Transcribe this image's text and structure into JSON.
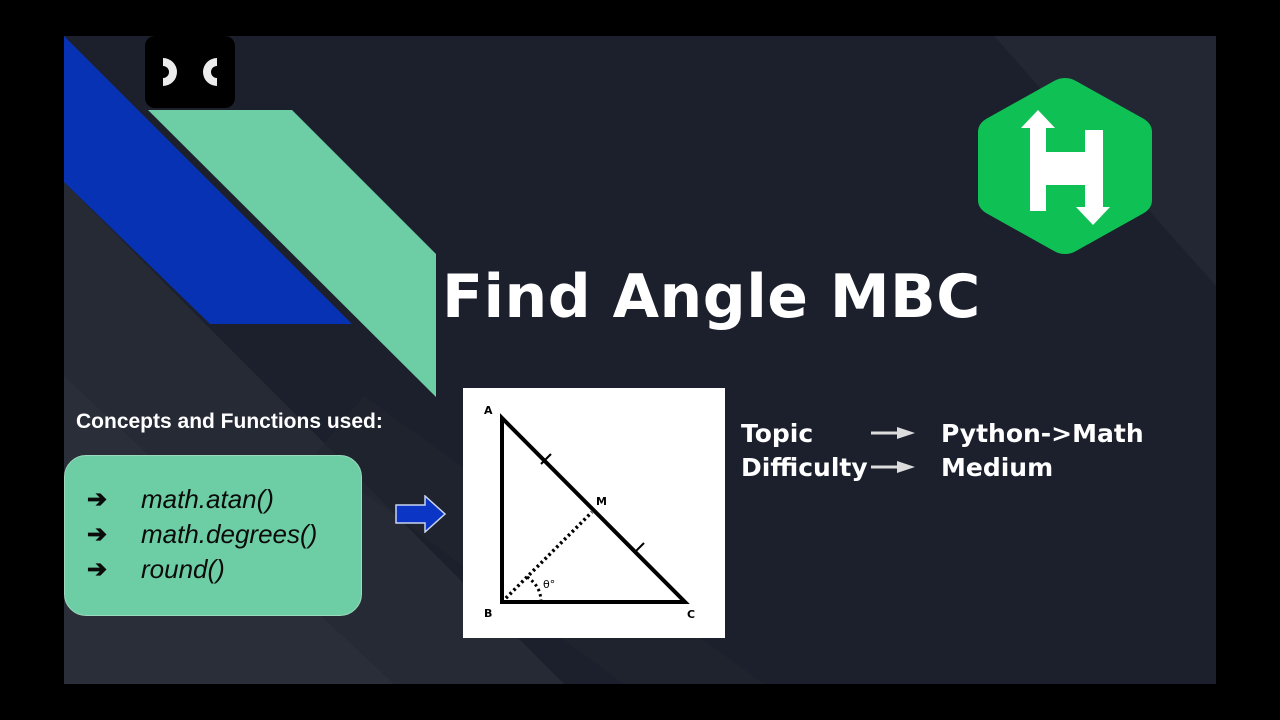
{
  "slide": {
    "title": "Find Angle MBC",
    "colors": {
      "background": "#1c202d",
      "blue_band": "#0832b4",
      "green_band": "#6dcda4",
      "hex_logo": "#0fc154",
      "arrow_blue": "#0b35c4"
    }
  },
  "logos": {
    "top_left": "dc-logo",
    "top_right": "hackerrank-hex-logo"
  },
  "concepts": {
    "heading": "Concepts and Functions used:",
    "bullet_glyph": "➔",
    "items": [
      {
        "label": "math.atan()"
      },
      {
        "label": "math.degrees()"
      },
      {
        "label": "round()"
      }
    ]
  },
  "diagram": {
    "vertices": {
      "A": "A",
      "B": "B",
      "C": "C",
      "M": "M"
    },
    "angle_label": "θ°"
  },
  "meta": {
    "rows": [
      {
        "key": "Topic",
        "value": "Python->Math"
      },
      {
        "key": "Difficulty",
        "value": "Medium"
      }
    ]
  }
}
